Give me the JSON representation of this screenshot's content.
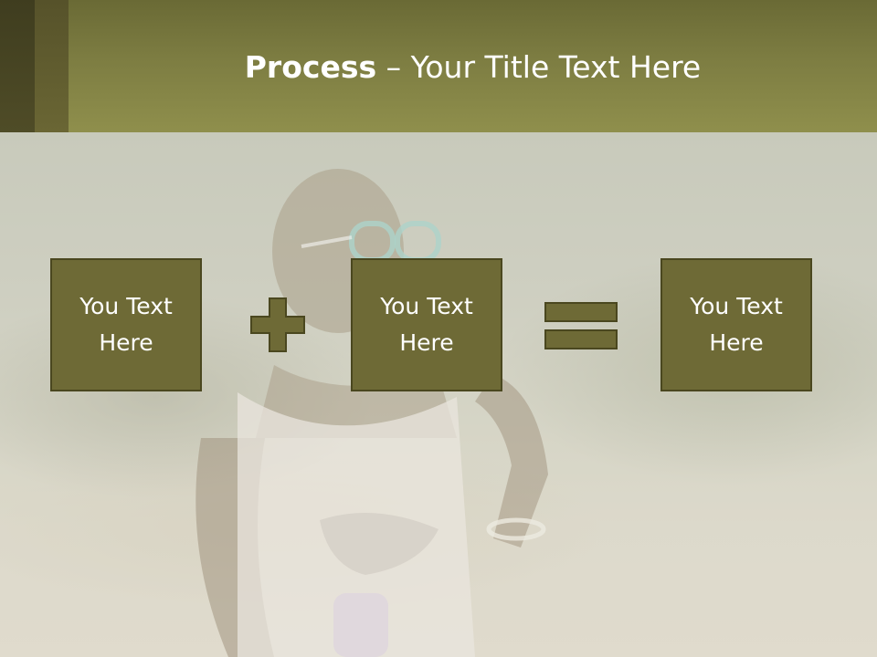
{
  "slide": {
    "title_bold": "Process",
    "title_rest": " – Your Title Text Here",
    "boxes": [
      {
        "label": "You Text Here"
      },
      {
        "label": "You Text Here"
      },
      {
        "label": "You Text Here"
      }
    ],
    "operators": [
      "plus-icon",
      "equals-icon"
    ]
  },
  "colors": {
    "header": "#8f8f4c",
    "box_fill": "#6e6a36",
    "box_border": "#4a471f",
    "text": "#ffffff"
  }
}
